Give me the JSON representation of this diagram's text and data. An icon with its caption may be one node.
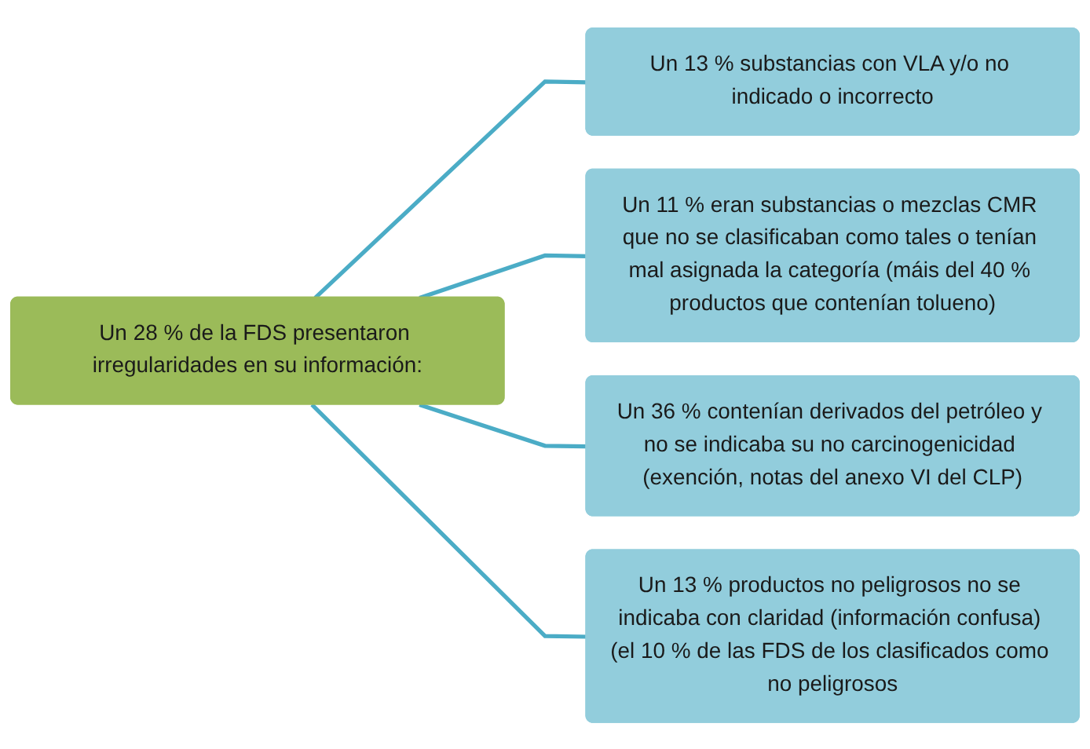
{
  "diagram": {
    "nodes": [
      {
        "text": [
          "Un 28 % de la FDS presentaron irregularidades en su información:"
        ]
      },
      {
        "text": [
          "Un 13 % substancias con VLA y/o no indicado o incorrecto"
        ]
      },
      {
        "text": [
          "Un 11 % eran substancias o mezclas CMR que no se clasificaban como tales o tenían mal asignada la categoría (máis del 40 % productos que contenían tolueno)"
        ]
      },
      {
        "text": [
          "Un 36 % contenían derivados del petróleo y no se indicaba su no carcinogenicidad (exención, notas del anexo VI del CLP)"
        ]
      },
      {
        "text": [
          "Un 13 % productos no peligrosos no se indicaba con claridad (información confusa) (el 10 % de las FDS de los clasificados como no peligrosos"
        ]
      }
    ],
    "edges": [
      {
        "from": 0,
        "to": 1,
        "arrow": "none"
      },
      {
        "from": 0,
        "to": 2,
        "arrow": "none"
      },
      {
        "from": 0,
        "to": 3,
        "arrow": "none"
      },
      {
        "from": 0,
        "to": 4,
        "arrow": "none"
      }
    ]
  }
}
